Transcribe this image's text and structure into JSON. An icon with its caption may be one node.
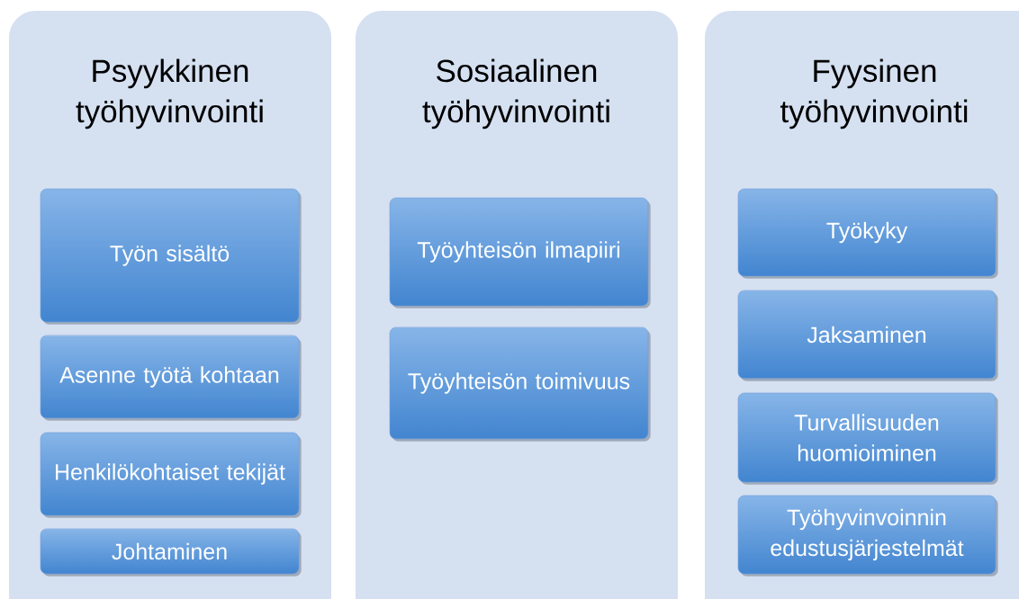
{
  "diagram": {
    "nodes": [
      {
        "text": [
          "Psyykkinen työhyvinvointi"
        ]
      },
      {
        "text": [
          "Työn sisältö"
        ],
        "in": 0
      },
      {
        "text": [
          "Asenne työtä kohtaan"
        ],
        "in": 0
      },
      {
        "text": [
          "Henkilökohtaiset tekijät"
        ],
        "in": 0
      },
      {
        "text": [
          "Johtaminen"
        ],
        "in": 0
      },
      {
        "text": [
          "Sosiaalinen työhyvinvointi"
        ]
      },
      {
        "text": [
          "Työyhteisön ilmapiiri"
        ],
        "in": 5
      },
      {
        "text": [
          "Työyhteisön toimivuus"
        ],
        "in": 5
      },
      {
        "text": [
          "Fyysinen työhyvinvointi"
        ]
      },
      {
        "text": [
          "Työkyky"
        ],
        "in": 8
      },
      {
        "text": [
          "Jaksaminen"
        ],
        "in": 8
      },
      {
        "text": [
          "Turvallisuuden huomioiminen"
        ],
        "in": 8
      },
      {
        "text": [
          "Työhyvinvoinnin edustusjärjestelmät"
        ],
        "in": 8
      }
    ]
  }
}
